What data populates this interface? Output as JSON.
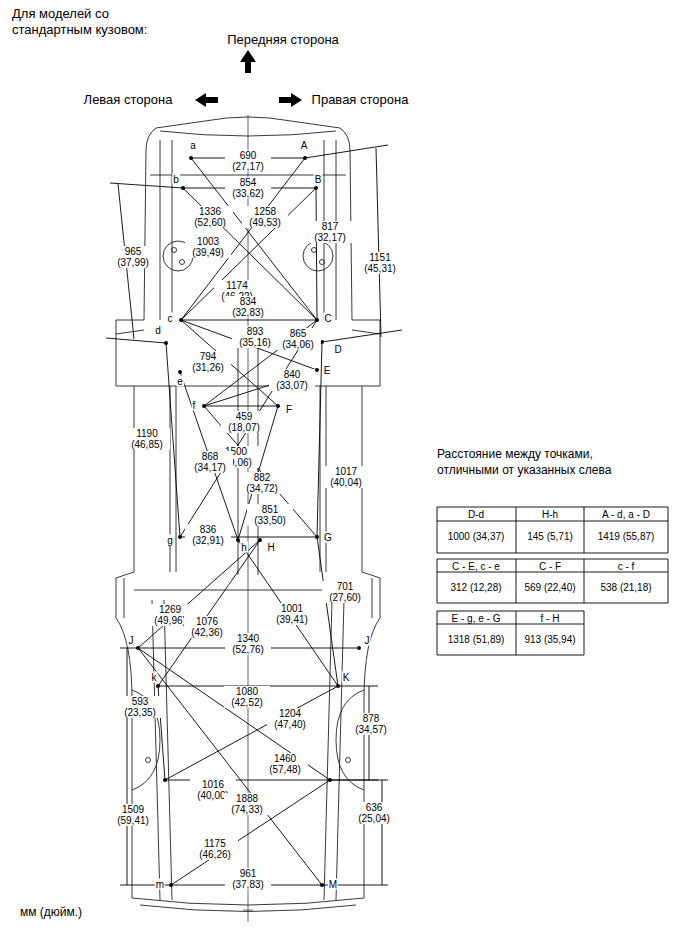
{
  "diagram": {
    "title": "Для моделей со стандартным кузовом:",
    "labels": [
      "Передняя сторона",
      "Левая сторона",
      "Правая сторона",
      "a",
      "690 (27,17)",
      "A",
      "854 (33,62)",
      "b",
      "B",
      "1336 (52,60)",
      "1258 (49,53)",
      "817 (32,17)",
      "1151 (45,31)",
      "965 (37,99)",
      "1003 (39,49)",
      "1174 (46,22)",
      "834 (32,83)",
      "c",
      "C",
      "d",
      "D",
      "893 (35,16)",
      "865 (34,06)",
      "794 (31,26)",
      "840 (33,07)",
      "e",
      "E",
      "f",
      "F",
      "459 (18,07)",
      "1500 (59,06)",
      "1190 (46,85)",
      "868 (34,17)",
      "882 (34,72)",
      "1017 (40,04)",
      "851 (33,50)",
      "836 (32,91)",
      "g",
      "h",
      "H",
      "G",
      "701 (27,60)",
      "1269 (49,96)",
      "1076 (42,36)",
      "1001 (39,41)",
      "J",
      "J",
      "1340 (52,76)",
      "k",
      "K",
      "1080 (42,52)",
      "1204 (47,40)",
      "878 (34,57)",
      "593 (23,35)",
      "1460 (57,48)",
      "1016 (40,00)",
      "1888 (74,33)",
      "1509 (59,41)",
      "636 (25,04)",
      "1175 (46,26)",
      "961 (37,83)",
      "m",
      "M",
      "мм (дюйм.)",
      "Расстояние между точками, отличными от указанных слева",
      "D-d",
      "H-h",
      "A - d, a - D",
      "1000 (34,37)",
      "145 (5,71)",
      "1419 (55,87)",
      "C - E, c - e",
      "C - F",
      "c - f",
      "312 (12,28)",
      "569 (22,40)",
      "538 (21,18)",
      "E - g, e - G",
      "f - H",
      "1318 (51,89)",
      "913 (35,94)"
    ]
  }
}
